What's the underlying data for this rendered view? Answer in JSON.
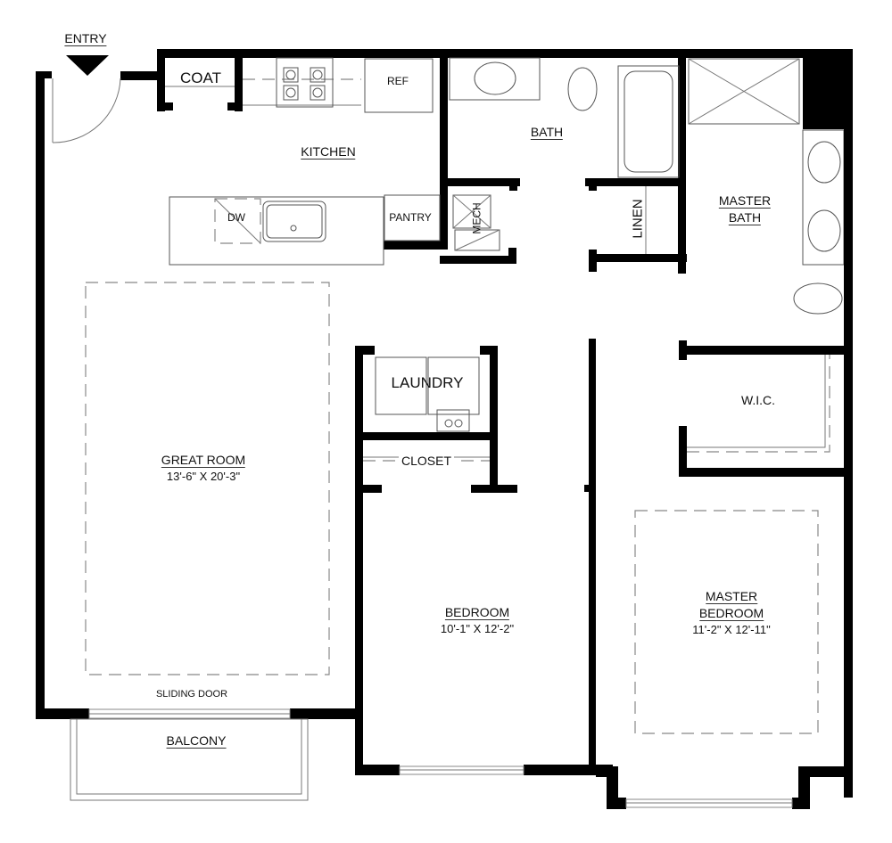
{
  "plan": {
    "entry": {
      "label": "ENTRY"
    },
    "rooms": {
      "coat": {
        "label": "COAT"
      },
      "kitchen": {
        "label": "KITCHEN"
      },
      "ref": {
        "label": "REF"
      },
      "dw": {
        "label": "DW"
      },
      "pantry": {
        "label": "PANTRY"
      },
      "bath": {
        "label": "BATH"
      },
      "mech": {
        "label": "MECH"
      },
      "linen": {
        "label": "LINEN"
      },
      "master_bath": {
        "label_line1": "MASTER",
        "label_line2": "BATH"
      },
      "great_room": {
        "label": "GREAT ROOM",
        "dimensions": "13'-6\" X 20'-3\""
      },
      "laundry": {
        "label": "LAUNDRY"
      },
      "closet": {
        "label": "CLOSET"
      },
      "wic": {
        "label": "W.I.C."
      },
      "bedroom": {
        "label": "BEDROOM",
        "dimensions": "10'-1\" X 12'-2\""
      },
      "master_bedroom": {
        "label_line1": "MASTER",
        "label_line2": "BEDROOM",
        "dimensions": "11'-2\" X 12'-11\""
      },
      "balcony": {
        "label": "BALCONY"
      }
    },
    "annotations": {
      "sliding_door": "SLIDING DOOR"
    },
    "colors": {
      "wall": "#000000",
      "fixture": "#555555",
      "background": "#ffffff"
    }
  }
}
